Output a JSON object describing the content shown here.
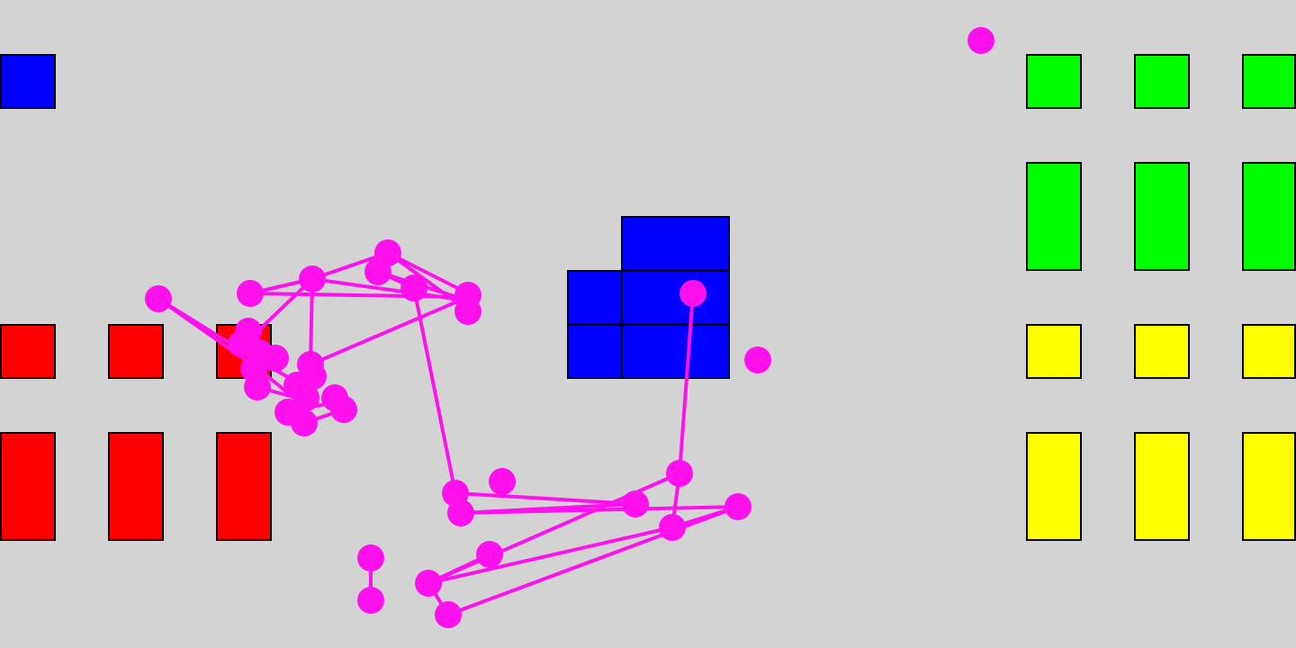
{
  "palette": {
    "background": "#d3d3d3",
    "red": "#ff0000",
    "blue": "#0000ff",
    "green": "#00ff00",
    "yellow": "#ffff00",
    "trail": "#ff11ee",
    "outline": "#000000"
  },
  "blocks": {
    "blue_marker": {
      "color": "blue"
    },
    "red_squares": {
      "color": "red",
      "count": 3
    },
    "red_tall": {
      "color": "red",
      "count": 3
    },
    "blue_stack": {
      "color": "blue",
      "cells": 5
    },
    "green_squares": {
      "color": "green",
      "count": 3
    },
    "green_tall": {
      "color": "green",
      "count": 3
    },
    "yellow_squares": {
      "color": "yellow",
      "count": 3
    },
    "yellow_tall": {
      "color": "yellow",
      "count": 3
    }
  },
  "trail": {
    "color": "trail",
    "node_count": 40
  }
}
